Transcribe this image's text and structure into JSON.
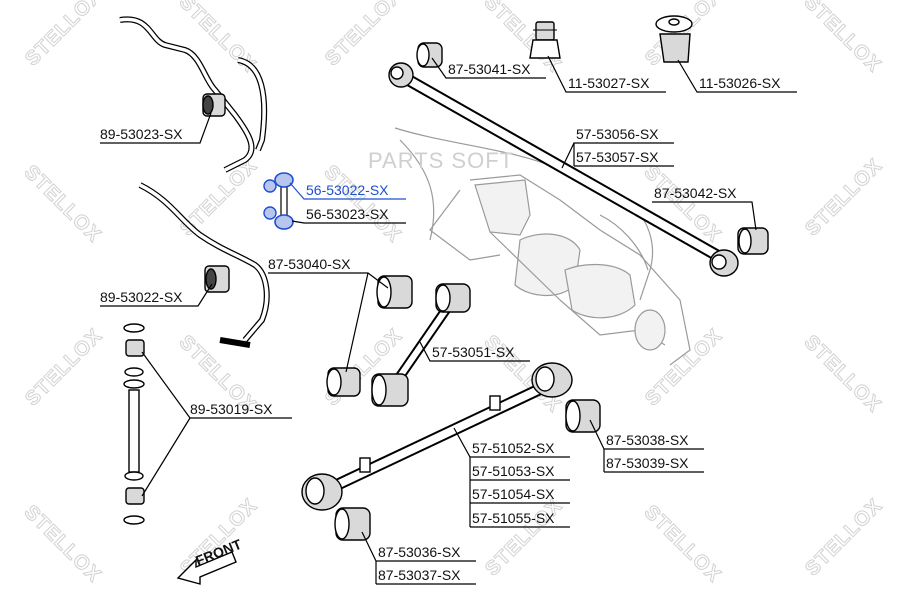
{
  "watermark_text": "STELLOX",
  "brand_text": "PARTS SOFT",
  "front_label": "FRONT",
  "part_labels": {
    "p_89_53023": "89-53023-SX",
    "p_89_53022": "89-53022-SX",
    "p_89_53019": "89-53019-SX",
    "p_56_53022": "56-53022-SX",
    "p_56_53023": "56-53023-SX",
    "p_87_53040": "87-53040-SX",
    "p_57_53051": "57-53051-SX",
    "p_87_53041": "87-53041-SX",
    "p_11_53027": "11-53027-SX",
    "p_11_53026": "11-53026-SX",
    "p_57_53056": "57-53056-SX",
    "p_57_53057": "57-53057-SX",
    "p_87_53042": "87-53042-SX",
    "p_87_53038": "87-53038-SX",
    "p_87_53039": "87-53039-SX",
    "p_57_51052": "57-51052-SX",
    "p_57_51053": "57-51053-SX",
    "p_57_51054": "57-51054-SX",
    "p_57_51055": "57-51055-SX",
    "p_87_53036": "87-53036-SX",
    "p_87_53037": "87-53037-SX"
  },
  "colors": {
    "highlight": "#1f4fd1",
    "line": "#000000",
    "watermark": "#d2d2d2"
  }
}
